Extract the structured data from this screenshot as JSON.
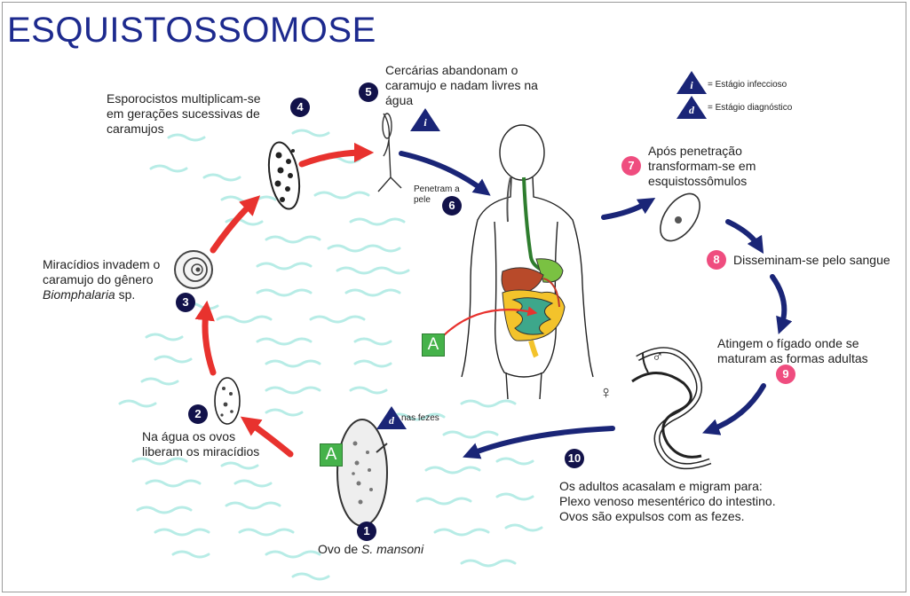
{
  "title": "ESQUISTOSSOMOSE",
  "legend": {
    "infective_symbol": "i",
    "infective_label": "= Estágio infeccioso",
    "diagnostic_symbol": "d",
    "diagnostic_label": "= Estágio diagnóstico"
  },
  "colors": {
    "title": "#1d2a8e",
    "red_arrow": "#e8322e",
    "blue_arrow": "#1a2577",
    "navy_badge": "#12124a",
    "pink_badge": "#ef4d7f",
    "green_box": "#45b24a",
    "waves": "#b7ece6"
  },
  "stages": {
    "s1": {
      "number": "1",
      "label_prefix": "Ovo de ",
      "label_italic": "S. mansoni"
    },
    "s2": {
      "number": "2",
      "line1": "Na água os ovos",
      "line2": "liberam os miracídios"
    },
    "s3": {
      "number": "3",
      "line1": "Miracídios invadem o",
      "line2": "caramujo do gênero",
      "line3_italic": "Biomphalaria",
      "line3_rest": " sp."
    },
    "s4": {
      "number": "4",
      "line1": "Esporocistos multiplicam-se",
      "line2": "em gerações sucessivas de",
      "line3": "caramujos"
    },
    "s5": {
      "number": "5",
      "line1": "Cercárias abandonam o",
      "line2": "caramujo e nadam livres na",
      "line3": "água",
      "stage_symbol": "i"
    },
    "s6": {
      "number": "6",
      "line1": "Penetram a",
      "line2": "pele"
    },
    "s7": {
      "number": "7",
      "line1": "Após penetração",
      "line2": "transformam-se em",
      "line3": "esquistossômulos"
    },
    "s8": {
      "number": "8",
      "label": "Disseminam-se pelo sangue"
    },
    "s9": {
      "number": "9",
      "line1": "Atingem o fígado onde se",
      "line2": "maturam as formas adultas"
    },
    "s10": {
      "number": "10",
      "line1": "Os adultos acasalam e migram para:",
      "line2": "Plexo venoso mesentérico do intestino.",
      "line3": "Ovos são expulsos com as fezes."
    }
  },
  "diagnostic_note": {
    "symbol": "d",
    "label": "nas fezes"
  },
  "a_boxes": {
    "label": "A"
  },
  "sex_symbols": {
    "male": "♂",
    "female": "♀"
  }
}
